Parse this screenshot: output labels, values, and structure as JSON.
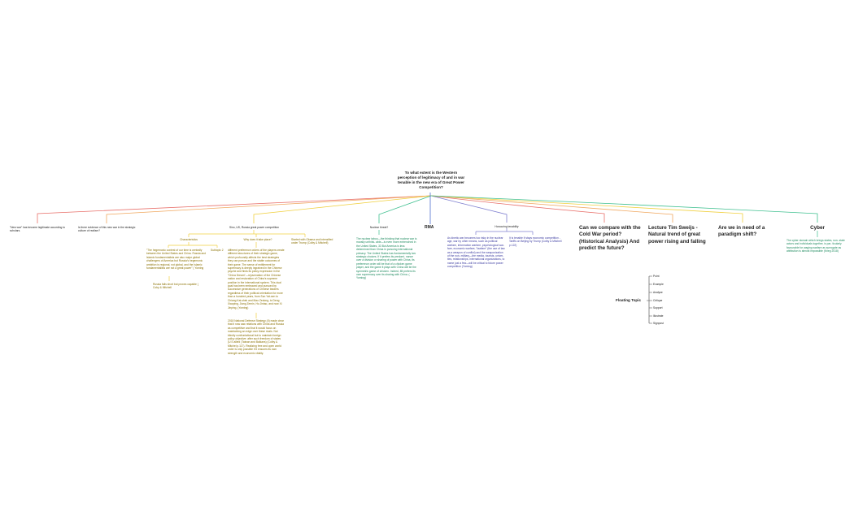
{
  "root": {
    "label": "To what extent is the Western perception of legitimacy of and in war tenable in the new era of Great Power Competition?"
  },
  "branches": [
    {
      "id": "new-war",
      "color": "#e8706a",
      "label": "\"New war\" has become legitimate according to scholars."
    },
    {
      "id": "strategic-culture",
      "color": "#f0a860",
      "label": "Is there evidence of this new war in the strategic culture of realism?"
    },
    {
      "id": "us-russia",
      "color": "#f0d040",
      "label": "Sino, US, Russia great power competition",
      "children": [
        {
          "label": "Characteristics",
          "children": [
            {
              "label": "\"The hegemonic contest of our time is centrally between the United States and China. Russia and Islamic fundamentalists are also major global challengers of America but Russia's hegemonic ambition is regional, not global, and the Islamic fundamentalists are not a great power\" ( Yoming",
              "children": [
                {
                  "label": "Russia falls short but proves capable ( Coby & Mitchell"
                }
              ]
            },
            {
              "label": "Subtopic 2"
            }
          ]
        },
        {
          "label": "Why does it take place?",
          "children": [
            {
              "label": "different preference orders of the players create different structures of their strategic game, which profoundly affects the best strategies they can pursue and the stable outcomes of their game. The sense of entitlement for supremacy is deeply ingrained in the Chinese psyche and finds its policy expression in the \"China Dream\"—rejuvenation of the Chinese nation and restoration of China's supreme position in the international system. This dual goal has been embraced and pursued by successive generations of Chinese leaders regardless of their political orientation for more than a hundred years, from Sun Yat-sen to Chiang Kai-shek and Mao Zedong, to Deng Xiaoping, Jiang Zemin, Hu Jintao, and now Xi Jinping. (Yoming)"
            },
            {
              "label": "2018 National Defense Strategy (II) made clear that it now saw relations with China and Russia as competitive and that it would focus on maintaining an edge over these rivals. Not blindly confrontational but to maintain foreign policy objective: after such freedom of states (U.S allied (Taiwan and Balkans) (Colby & Mitchel p.117). Realizing free and open world order is only possible if it ensures its own strength and economic vitality."
            }
          ]
        },
        {
          "label": "Started with Obama and intensified under Trump (Colby & Mitchell)"
        }
      ]
    },
    {
      "id": "nuclear-threat",
      "color": "#40c090",
      "label": "Nuclear threat?",
      "children": [
        {
          "label": "The nuclear taboo—the thinking that nuclear war is morally unthink- able—is even more entrenched in the United States. 33 But America is less determined than China in pursuing international primacy. The United States has fundamentally two strategic choices. If it prefers its predomi- nance over a division or sharing of power with China, its preference order will be that of a chicken game player, and the game it plays with China will be the symmetric game of chicken. Indeed, 85 prefers its own supremacy over its sharing with China. ( Yoming)"
        }
      ]
    },
    {
      "id": "rma",
      "color": "#5070d0",
      "label": "RMA"
    },
    {
      "id": "honouring-tenability",
      "color": "#8080d0",
      "label": "Honouring tenability",
      "children": [
        {
          "label": "As kinetic war becomes too risky in the nuclear age, war by other means, such as political warfare, information warfare, psychological war- fare, economic warfare, \"lawfare\" (the use of law as a weapon of conflict) and the weaponization of the non- military—the media, tourists, univer- ties, relationships, international organizations, to name just a few—will be critical to future power competition (Yoming)"
        },
        {
          "label": "It is tenable if stays economic competition - Tariffs on Beijing by Trump (Colby & Mitchell p.122)"
        }
      ]
    },
    {
      "id": "cold-war",
      "color": "#e8706a",
      "label": "Can we compare with the Cold War period? (Historical Analysis) And predict the future?"
    },
    {
      "id": "lecture",
      "color": "#f0a860",
      "label": "Lecture Tim Sweijs - Natural trend of great power rising and falling"
    },
    {
      "id": "paradigm",
      "color": "#f0d040",
      "label": "Are we in need of a paradigm shift?"
    },
    {
      "id": "cyber",
      "color": "#40c090",
      "label": "Cyber",
      "children": [
        {
          "label": "The cyber domain which brings states, non- state actors and individuals together, is par- ticularly favourable for waging warfare as surrogate as attribution is almost impossible (Krieg 2018)"
        }
      ]
    }
  ],
  "floating_topic": {
    "label": "Floating Topic",
    "items": [
      "Point",
      "Example",
      "Analyse",
      "Critique",
      "Support",
      "Illustrate",
      "Signpost"
    ],
    "line_color": "#444444"
  }
}
